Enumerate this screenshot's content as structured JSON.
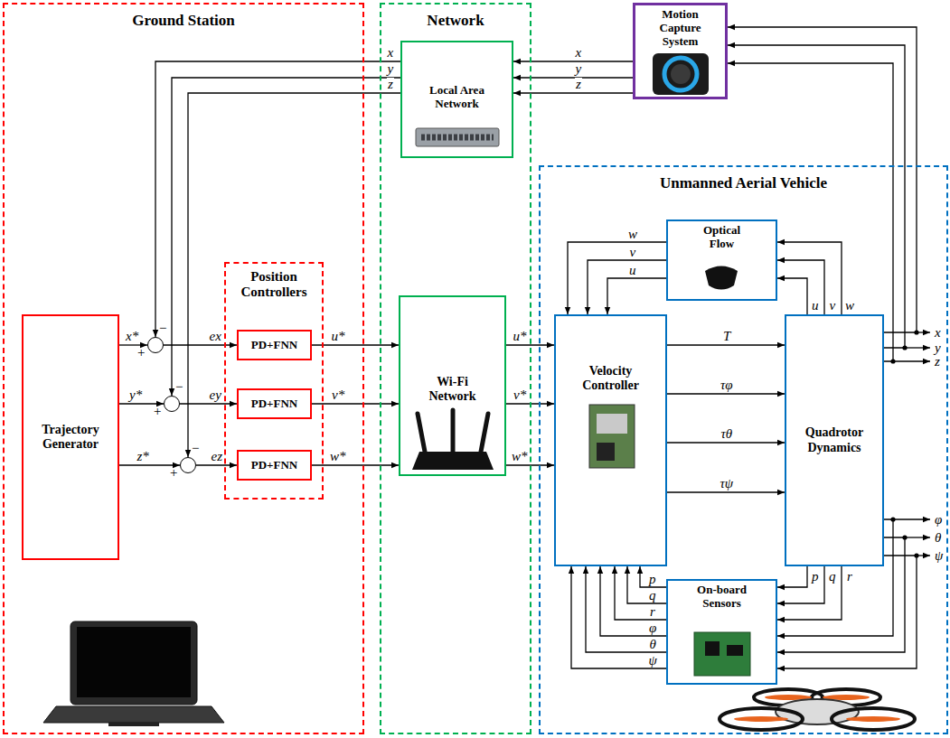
{
  "diagram": {
    "nodes": [
      {
        "text": [
          "Ground Station"
        ]
      },
      {
        "text": [
          "Trajectory Generator"
        ],
        "in": 0
      },
      {
        "text": [
          "+",
          "−"
        ],
        "in": 0
      },
      {
        "text": [
          "+",
          "−"
        ],
        "in": 0
      },
      {
        "text": [
          "+",
          "−"
        ],
        "in": 0
      },
      {
        "text": [
          "Position Controllers"
        ],
        "in": 0
      },
      {
        "text": [
          "PD+FNN"
        ],
        "in": 5
      },
      {
        "text": [
          "PD+FNN"
        ],
        "in": 5
      },
      {
        "text": [
          "PD+FNN"
        ],
        "in": 5
      },
      {
        "text": [
          "Network"
        ]
      },
      {
        "text": [
          "Local Area Network"
        ],
        "in": 9
      },
      {
        "text": [
          "Wi-Fi Network"
        ],
        "in": 9
      },
      {
        "text": [
          "Motion Capture System"
        ]
      },
      {
        "text": [
          "Unmanned Aerial Vehicle"
        ]
      },
      {
        "text": [
          "Optical Flow"
        ],
        "in": 13
      },
      {
        "text": [
          "Velocity Controller"
        ],
        "in": 13
      },
      {
        "text": [
          "Quadrotor Dynamics"
        ],
        "in": 13
      },
      {
        "text": [
          "On-board Sensors"
        ],
        "in": 13
      }
    ],
    "edges": [
      {
        "from": 1,
        "to": 2,
        "arrow": "to",
        "label": "x*"
      },
      {
        "from": 1,
        "to": 3,
        "arrow": "to",
        "label": "y*"
      },
      {
        "from": 1,
        "to": 4,
        "arrow": "to",
        "label": "z*"
      },
      {
        "from": 2,
        "to": 6,
        "arrow": "to",
        "label": "ex"
      },
      {
        "from": 3,
        "to": 7,
        "arrow": "to",
        "label": "ey"
      },
      {
        "from": 4,
        "to": 8,
        "arrow": "to",
        "label": "ez"
      },
      {
        "from": 6,
        "to": 11,
        "arrow": "to",
        "label": "u*"
      },
      {
        "from": 7,
        "to": 11,
        "arrow": "to",
        "label": "v*"
      },
      {
        "from": 8,
        "to": 11,
        "arrow": "to",
        "label": "w*"
      },
      {
        "from": 11,
        "to": 15,
        "arrow": "to",
        "label": "u*"
      },
      {
        "from": 11,
        "to": 15,
        "arrow": "to",
        "label": "v*"
      },
      {
        "from": 11,
        "to": 15,
        "arrow": "to",
        "label": "w*"
      },
      {
        "from": 15,
        "to": 16,
        "arrow": "to",
        "label": "T"
      },
      {
        "from": 15,
        "to": 16,
        "arrow": "to",
        "label": "τφ"
      },
      {
        "from": 15,
        "to": 16,
        "arrow": "to",
        "label": "τθ"
      },
      {
        "from": 15,
        "to": 16,
        "arrow": "to",
        "label": "τψ"
      },
      {
        "from": 16,
        "to": 14,
        "arrow": "to",
        "label": "u"
      },
      {
        "from": 16,
        "to": 14,
        "arrow": "to",
        "label": "v"
      },
      {
        "from": 16,
        "to": 14,
        "arrow": "to",
        "label": "w"
      },
      {
        "from": 14,
        "to": 15,
        "arrow": "to",
        "label": "w"
      },
      {
        "from": 14,
        "to": 15,
        "arrow": "to",
        "label": "v"
      },
      {
        "from": 14,
        "to": 15,
        "arrow": "to",
        "label": "u"
      },
      {
        "from": 16,
        "to": 17,
        "arrow": "to",
        "label": "p"
      },
      {
        "from": 16,
        "to": 17,
        "arrow": "to",
        "label": "q"
      },
      {
        "from": 16,
        "to": 17,
        "arrow": "to",
        "label": "r"
      },
      {
        "from": 17,
        "to": 15,
        "arrow": "to",
        "label": "p"
      },
      {
        "from": 17,
        "to": 15,
        "arrow": "to",
        "label": "q"
      },
      {
        "from": 17,
        "to": 15,
        "arrow": "to",
        "label": "r"
      },
      {
        "from": 17,
        "to": 15,
        "arrow": "to",
        "label": "φ"
      },
      {
        "from": 17,
        "to": 15,
        "arrow": "to",
        "label": "θ"
      },
      {
        "from": 17,
        "to": 15,
        "arrow": "to",
        "label": "ψ"
      },
      {
        "from": 16,
        "to": 17,
        "arrow": "to"
      },
      {
        "from": 16,
        "to": 17,
        "arrow": "to"
      },
      {
        "from": 16,
        "to": 17,
        "arrow": "to"
      },
      {
        "from": 16,
        "to": 12,
        "arrow": "to"
      },
      {
        "from": 16,
        "to": 12,
        "arrow": "to"
      },
      {
        "from": 16,
        "to": 12,
        "arrow": "to"
      },
      {
        "from": 12,
        "to": 10,
        "arrow": "to",
        "label": "x"
      },
      {
        "from": 12,
        "to": 10,
        "arrow": "to",
        "label": "y"
      },
      {
        "from": 12,
        "to": 10,
        "arrow": "to",
        "label": "z"
      },
      {
        "from": 10,
        "to": 2,
        "arrow": "to",
        "label": "x"
      },
      {
        "from": 10,
        "to": 3,
        "arrow": "to",
        "label": "y"
      },
      {
        "from": 10,
        "to": 4,
        "arrow": "to",
        "label": "z"
      }
    ],
    "labels": [
      "x",
      "y",
      "z",
      "φ",
      "θ",
      "ψ"
    ]
  }
}
